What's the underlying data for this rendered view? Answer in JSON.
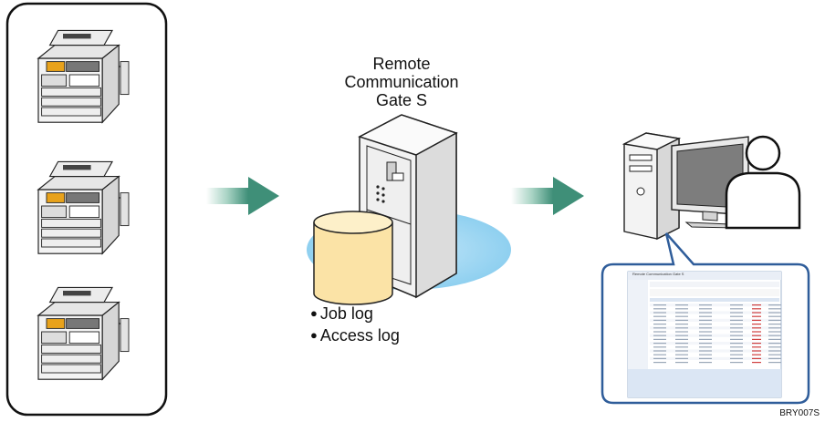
{
  "server": {
    "title_lines": [
      "Remote",
      "Communication",
      "Gate S"
    ]
  },
  "logs": [
    "Job log",
    "Access log"
  ],
  "figure_code": "BRY007S",
  "screen": {
    "app_title": "Remote Communication Gate S"
  },
  "colors": {
    "arrow": "#3f8f78",
    "db_fill": "#fbe3a6",
    "halo": "#9fd6f2",
    "callout_border": "#2f5d9a"
  },
  "icons": [
    "printer-icon",
    "server-icon",
    "database-icon",
    "computer-icon",
    "monitor-icon",
    "user-icon"
  ]
}
